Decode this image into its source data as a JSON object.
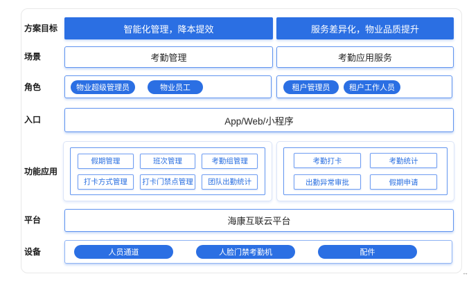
{
  "colors": {
    "primary_blue": "#2b6fe3",
    "box_border_blue": "#5f93ef",
    "item_border_blue": "#6f9df2",
    "panel_border_light": "#dbe4f7",
    "item_text_blue": "#2a6fe0",
    "label_text": "#1a1a1a",
    "card_border": "#e8e8e8"
  },
  "rows": {
    "goal": {
      "label": "方案目标",
      "left": "智能化管理，降本提效",
      "right": "服务差异化，物业品质提升"
    },
    "scene": {
      "label": "场景",
      "left": "考勤管理",
      "right": "考勤应用服务"
    },
    "role": {
      "label": "角色",
      "left_pills": [
        "物业超级管理员",
        "物业员工"
      ],
      "right_pills": [
        "租户管理员",
        "租户工作人员"
      ]
    },
    "entry": {
      "label": "入口",
      "value": "App/Web/小程序"
    },
    "features": {
      "label": "功能应用",
      "left_items": [
        "假期管理",
        "班次管理",
        "考勤组管理",
        "打卡方式管理",
        "打卡门禁点管理",
        "团队出勤统计"
      ],
      "right_items": [
        "考勤打卡",
        "考勤统计",
        "出勤异常审批",
        "假期申请"
      ]
    },
    "platform": {
      "label": "平台",
      "value": "海康互联云平台"
    },
    "device": {
      "label": "设备",
      "pills": [
        "人员通道",
        "人脸门禁考勤机",
        "配件"
      ]
    }
  },
  "artifact": {
    "glyph": "↔"
  }
}
